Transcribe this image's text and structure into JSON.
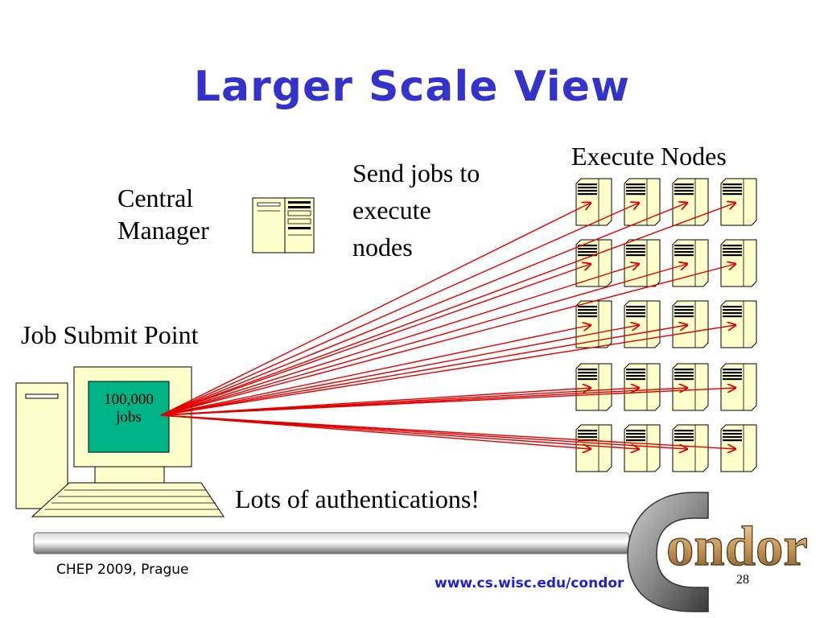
{
  "slide": {
    "title": "Larger Scale View",
    "central_manager": [
      "Central",
      "Manager"
    ],
    "send_jobs": [
      "Send jobs to",
      "execute",
      "nodes"
    ],
    "execute_nodes": "Execute Nodes",
    "job_submit_point": "Job Submit Point",
    "jobs_count": "100,000",
    "jobs_word": "jobs",
    "authentications": "Lots of authentications!"
  },
  "footer": {
    "event": "CHEP 2009, Prague",
    "url": "www.cs.wisc.edu/condor",
    "page_number": "28",
    "logo_text": "ondor",
    "logo_initial": "C"
  },
  "colors": {
    "title": "#3333cc",
    "arrow": "#e00000",
    "server_fill": "#ffffcc",
    "screen": "#00b386",
    "url": "#2222cc"
  },
  "nodes": {
    "rows": 5,
    "cols": 4
  }
}
